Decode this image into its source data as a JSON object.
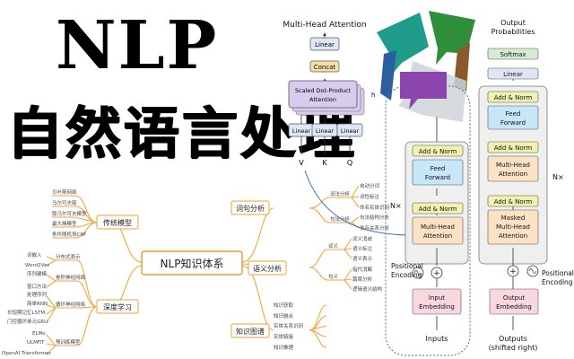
{
  "title_en": "NLP",
  "title_cn": "自然语言处理",
  "mindmap": {
    "center": "NLP知识体系",
    "left_branches": [
      {
        "label": "传统模型",
        "items": [
          "贝叶斯网络",
          "马尔可夫链",
          "隐马尔可夫模型",
          "最大熵模型",
          "条件随机场CRF"
        ]
      },
      {
        "label": "深度学习",
        "group1_label": "分布式表示",
        "group1_items": [
          "词嵌入",
          "Word2Vec"
        ],
        "group2_label": "卷积神经网络",
        "group2_items": [
          "序列建模",
          "窗口方法"
        ],
        "group3_label": "循环神经网络",
        "group3_items": [
          "处理序列",
          "简单RNN",
          "长短期记忆LSTM",
          "门控循环单元GRU"
        ],
        "group4_label": "预训练模型",
        "group4_items": [
          "ELMo",
          "ULMFiT",
          "OpenAI Transformer"
        ]
      }
    ],
    "right_branches": [
      {
        "label": "词句分析",
        "sub": [
          {
            "label": "词法分析",
            "items": [
              "自动分词",
              "词性标注",
              "命名实体识别"
            ]
          },
          {
            "label": "句法分析",
            "items": [
              "句法结构分析",
              "依存关系分析"
            ]
          }
        ]
      },
      {
        "label": "语义分析",
        "sub": [
          {
            "label": "词义",
            "items": [
              "词义消歧",
              "语义标注",
              "语义表示"
            ]
          },
          {
            "label": "句义",
            "items": [
              "指代消解",
              "篇章分析",
              "逻辑语义结构"
            ]
          }
        ]
      },
      {
        "label": "知识图谱",
        "items": [
          "知识获取",
          "知识融合",
          "实体关系识别",
          "实体链接",
          "知识推理"
        ]
      }
    ]
  },
  "transformer": {
    "mha_title": "Multi-Head Attention",
    "linear": "Linear",
    "concat": "Concat",
    "sdpa": "Scaled Dot-Product Attention",
    "h": "h",
    "v": "V",
    "k": "K",
    "q": "Q",
    "output_probabilities": "Output Probabilities",
    "softmax": "Softmax",
    "add_norm": "Add & Norm",
    "feed_forward": "Feed Forward",
    "multi_head_attention": "Multi-Head Attention",
    "masked_mha": "Masked Multi-Head Attention",
    "nx": "N×",
    "positional_encoding": "Positional Encoding",
    "input_embedding": "Input Embedding",
    "output_embedding": "Output Embedding",
    "inputs": "Inputs",
    "outputs": "Outputs (shifted right)"
  },
  "colors": {
    "mindmap_line": "#f2a640",
    "mindmap_box": "#f29c33",
    "add_norm": "#f2f2b0",
    "feed_forward": "#c7e6f7",
    "attention": "#fbe2c4",
    "embedding": "#f8d7df",
    "linear": "#dfe6f6",
    "softmax": "#d4ecd4",
    "concat": "#f6e0a8",
    "sdpa": "#d8ccec",
    "bubble_teal": "#1f9c8a",
    "bubble_green": "#2f8f3a",
    "bubble_purple": "#8e44ad",
    "bubble_blue": "#2d5f9e",
    "bubble_brown": "#8a5a2b"
  }
}
